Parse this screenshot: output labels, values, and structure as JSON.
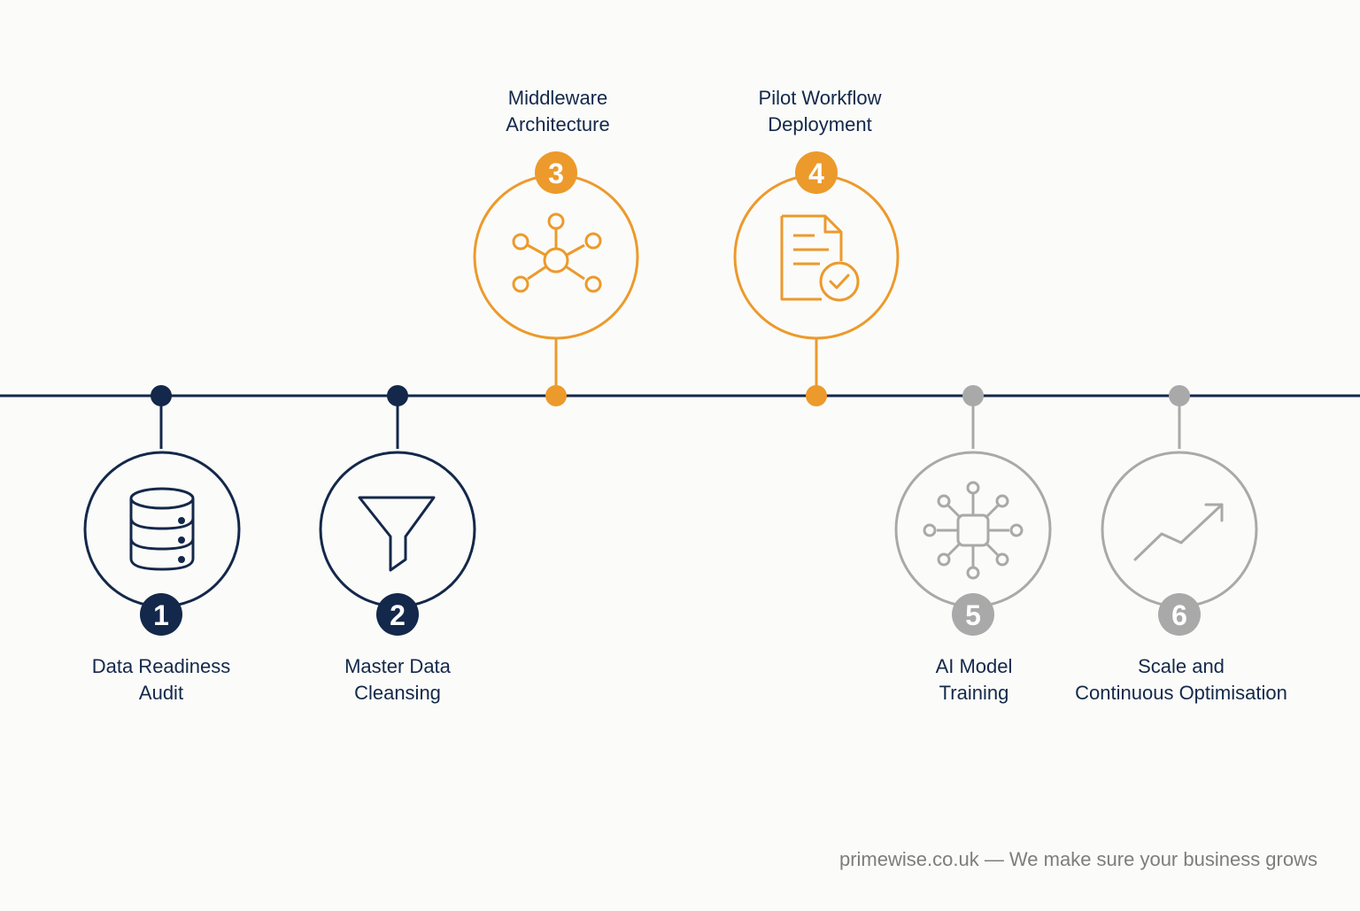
{
  "colors": {
    "navy": "#13284a",
    "orange": "#ec9a2b",
    "gray": "#a9a9a9",
    "background": "#fbfbf9"
  },
  "steps": [
    {
      "number": "1",
      "line1": "Data Readiness",
      "line2": "Audit",
      "icon": "database-icon",
      "status": "completed"
    },
    {
      "number": "2",
      "line1": "Master Data",
      "line2": "Cleansing",
      "icon": "funnel-filter-icon",
      "status": "completed"
    },
    {
      "number": "3",
      "line1": "Middleware",
      "line2": "Architecture",
      "icon": "network-hub-icon",
      "status": "in-progress"
    },
    {
      "number": "4",
      "line1": "Pilot Workflow",
      "line2": "Deployment",
      "icon": "document-check-icon",
      "status": "in-progress"
    },
    {
      "number": "5",
      "line1": "AI Model",
      "line2": "Training",
      "icon": "ai-chip-icon",
      "status": "upcoming"
    },
    {
      "number": "6",
      "line1": "Scale and",
      "line2": "Continuous Optimisation",
      "icon": "trend-up-arrow-icon",
      "status": "upcoming"
    }
  ],
  "footer": {
    "text": "primewise.co.uk — We make sure your business grows"
  }
}
